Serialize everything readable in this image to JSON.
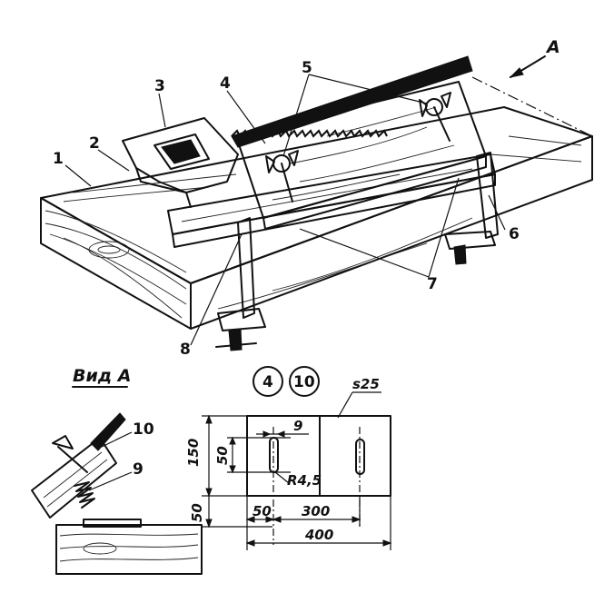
{
  "diagram": {
    "callouts": {
      "n1": "1",
      "n2": "2",
      "n3": "3",
      "n4": "4",
      "n5": "5",
      "n6": "6",
      "n7": "7",
      "n8": "8",
      "n9": "9",
      "n10": "10",
      "view_arrow": "A"
    },
    "view_a_title": "Вид А",
    "detail_refs": [
      "4",
      "10"
    ],
    "thickness": "s25",
    "dimensions": {
      "height_total": "150",
      "height_slot": "50",
      "height_bottom": "50",
      "slot_width": "9",
      "radius": "R4,5",
      "offset_left": "50",
      "spacing": "300",
      "total_width": "400"
    }
  }
}
